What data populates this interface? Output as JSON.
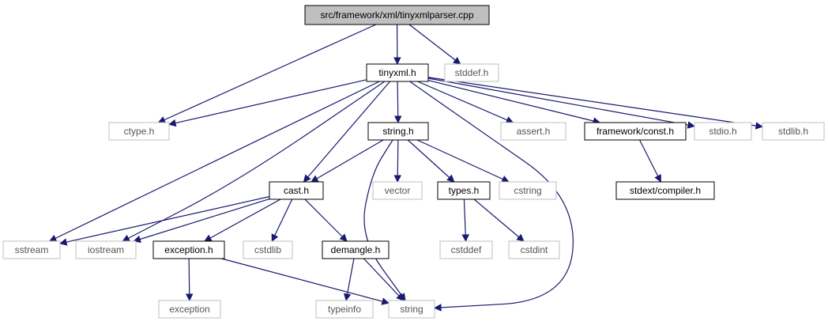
{
  "title": "src/framework/xml/tinyxmlparser.cpp",
  "colors": {
    "edge": "#191970",
    "root_fill": "#bfbfbf",
    "documented_border": "#000000",
    "external_border": "#bfbfbf",
    "text_documented": "#000000",
    "text_external": "#555555"
  },
  "nodes": {
    "root": {
      "label": "src/framework/xml/tinyxmlparser.cpp",
      "kind": "root"
    },
    "tinyxml_h": {
      "label": "tinyxml.h",
      "kind": "documented"
    },
    "stddef_h": {
      "label": "stddef.h",
      "kind": "external"
    },
    "ctype_h": {
      "label": "ctype.h",
      "kind": "external"
    },
    "string_h": {
      "label": "string.h",
      "kind": "documented"
    },
    "assert_h": {
      "label": "assert.h",
      "kind": "external"
    },
    "framework_const": {
      "label": "framework/const.h",
      "kind": "documented"
    },
    "stdio_h": {
      "label": "stdio.h",
      "kind": "external"
    },
    "stdlib_h": {
      "label": "stdlib.h",
      "kind": "external"
    },
    "cast_h": {
      "label": "cast.h",
      "kind": "documented"
    },
    "vector": {
      "label": "vector",
      "kind": "external"
    },
    "types_h": {
      "label": "types.h",
      "kind": "documented"
    },
    "cstring": {
      "label": "cstring",
      "kind": "external"
    },
    "stdext_compiler": {
      "label": "stdext/compiler.h",
      "kind": "documented"
    },
    "sstream": {
      "label": "sstream",
      "kind": "external"
    },
    "iostream": {
      "label": "iostream",
      "kind": "external"
    },
    "exception_h": {
      "label": "exception.h",
      "kind": "documented"
    },
    "cstdlib": {
      "label": "cstdlib",
      "kind": "external"
    },
    "demangle_h": {
      "label": "demangle.h",
      "kind": "documented"
    },
    "cstddef": {
      "label": "cstddef",
      "kind": "external"
    },
    "cstdint": {
      "label": "cstdint",
      "kind": "external"
    },
    "exception": {
      "label": "exception",
      "kind": "external"
    },
    "typeinfo": {
      "label": "typeinfo",
      "kind": "external"
    },
    "string": {
      "label": "string",
      "kind": "external"
    }
  },
  "edges": [
    [
      "root",
      "tinyxml_h"
    ],
    [
      "root",
      "stddef_h"
    ],
    [
      "root",
      "ctype_h"
    ],
    [
      "tinyxml_h",
      "ctype_h"
    ],
    [
      "tinyxml_h",
      "string_h"
    ],
    [
      "tinyxml_h",
      "assert_h"
    ],
    [
      "tinyxml_h",
      "framework_const"
    ],
    [
      "tinyxml_h",
      "stdio_h"
    ],
    [
      "tinyxml_h",
      "stdlib_h"
    ],
    [
      "tinyxml_h",
      "cast_h"
    ],
    [
      "tinyxml_h",
      "sstream"
    ],
    [
      "tinyxml_h",
      "iostream"
    ],
    [
      "tinyxml_h",
      "string"
    ],
    [
      "string_h",
      "cast_h"
    ],
    [
      "string_h",
      "vector"
    ],
    [
      "string_h",
      "types_h"
    ],
    [
      "string_h",
      "cstring"
    ],
    [
      "string_h",
      "string"
    ],
    [
      "framework_const",
      "stdext_compiler"
    ],
    [
      "cast_h",
      "sstream"
    ],
    [
      "cast_h",
      "iostream"
    ],
    [
      "cast_h",
      "exception_h"
    ],
    [
      "cast_h",
      "cstdlib"
    ],
    [
      "cast_h",
      "demangle_h"
    ],
    [
      "types_h",
      "cstddef"
    ],
    [
      "types_h",
      "cstdint"
    ],
    [
      "exception_h",
      "exception"
    ],
    [
      "exception_h",
      "string"
    ],
    [
      "demangle_h",
      "typeinfo"
    ],
    [
      "demangle_h",
      "string"
    ]
  ]
}
